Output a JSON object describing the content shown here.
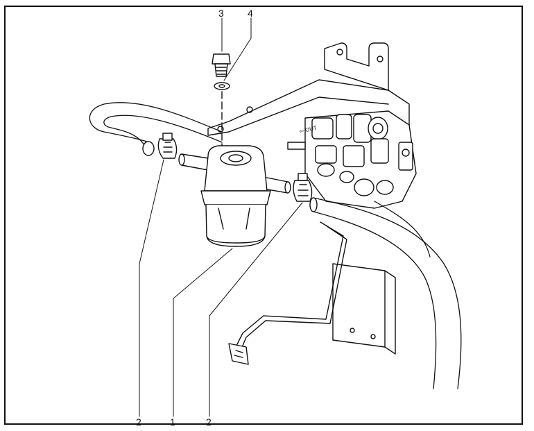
{
  "callouts": [
    {
      "id": "c3",
      "text": "3"
    },
    {
      "id": "c4",
      "text": "4"
    },
    {
      "id": "c2a",
      "text": "2"
    },
    {
      "id": "c1",
      "text": "1"
    },
    {
      "id": "c2b",
      "text": "2"
    }
  ],
  "valve_marking": "⇦ OUT",
  "colors": {
    "line": "#111111",
    "hose": "#ffffff",
    "stroke_light": "#444444"
  }
}
